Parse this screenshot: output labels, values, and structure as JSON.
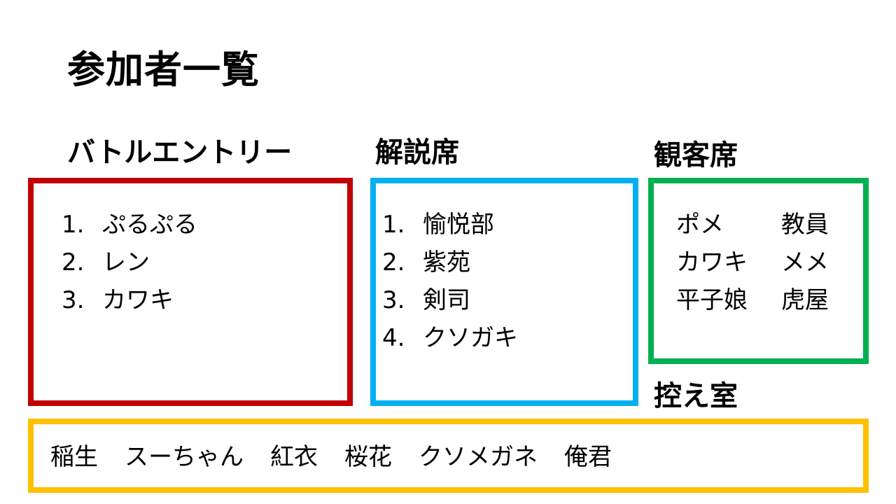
{
  "page": {
    "title": "参加者一覧"
  },
  "battle": {
    "heading": "バトルエントリー",
    "color": "#C00000",
    "items": [
      {
        "num": "1.",
        "name": "ぷるぷる"
      },
      {
        "num": "2.",
        "name": "レン"
      },
      {
        "num": "3.",
        "name": "カワキ"
      }
    ]
  },
  "commentary": {
    "heading": "解説席",
    "color": "#00B0F0",
    "items": [
      {
        "num": "1.",
        "name": "愉悦部"
      },
      {
        "num": "2.",
        "name": "紫苑"
      },
      {
        "num": "3.",
        "name": "剣司"
      },
      {
        "num": "4.",
        "name": "クソガキ"
      }
    ]
  },
  "audience": {
    "heading": "観客席",
    "color": "#00B050",
    "rows": [
      [
        "ポメ",
        "教員"
      ],
      [
        "カワキ",
        "メメ"
      ],
      [
        "平子娘",
        "虎屋"
      ]
    ]
  },
  "waiting": {
    "heading": "控え室",
    "color": "#FFC000",
    "names": [
      "稲生",
      "スーちゃん",
      "紅衣",
      "桜花",
      "クソメガネ",
      "俺君"
    ]
  }
}
